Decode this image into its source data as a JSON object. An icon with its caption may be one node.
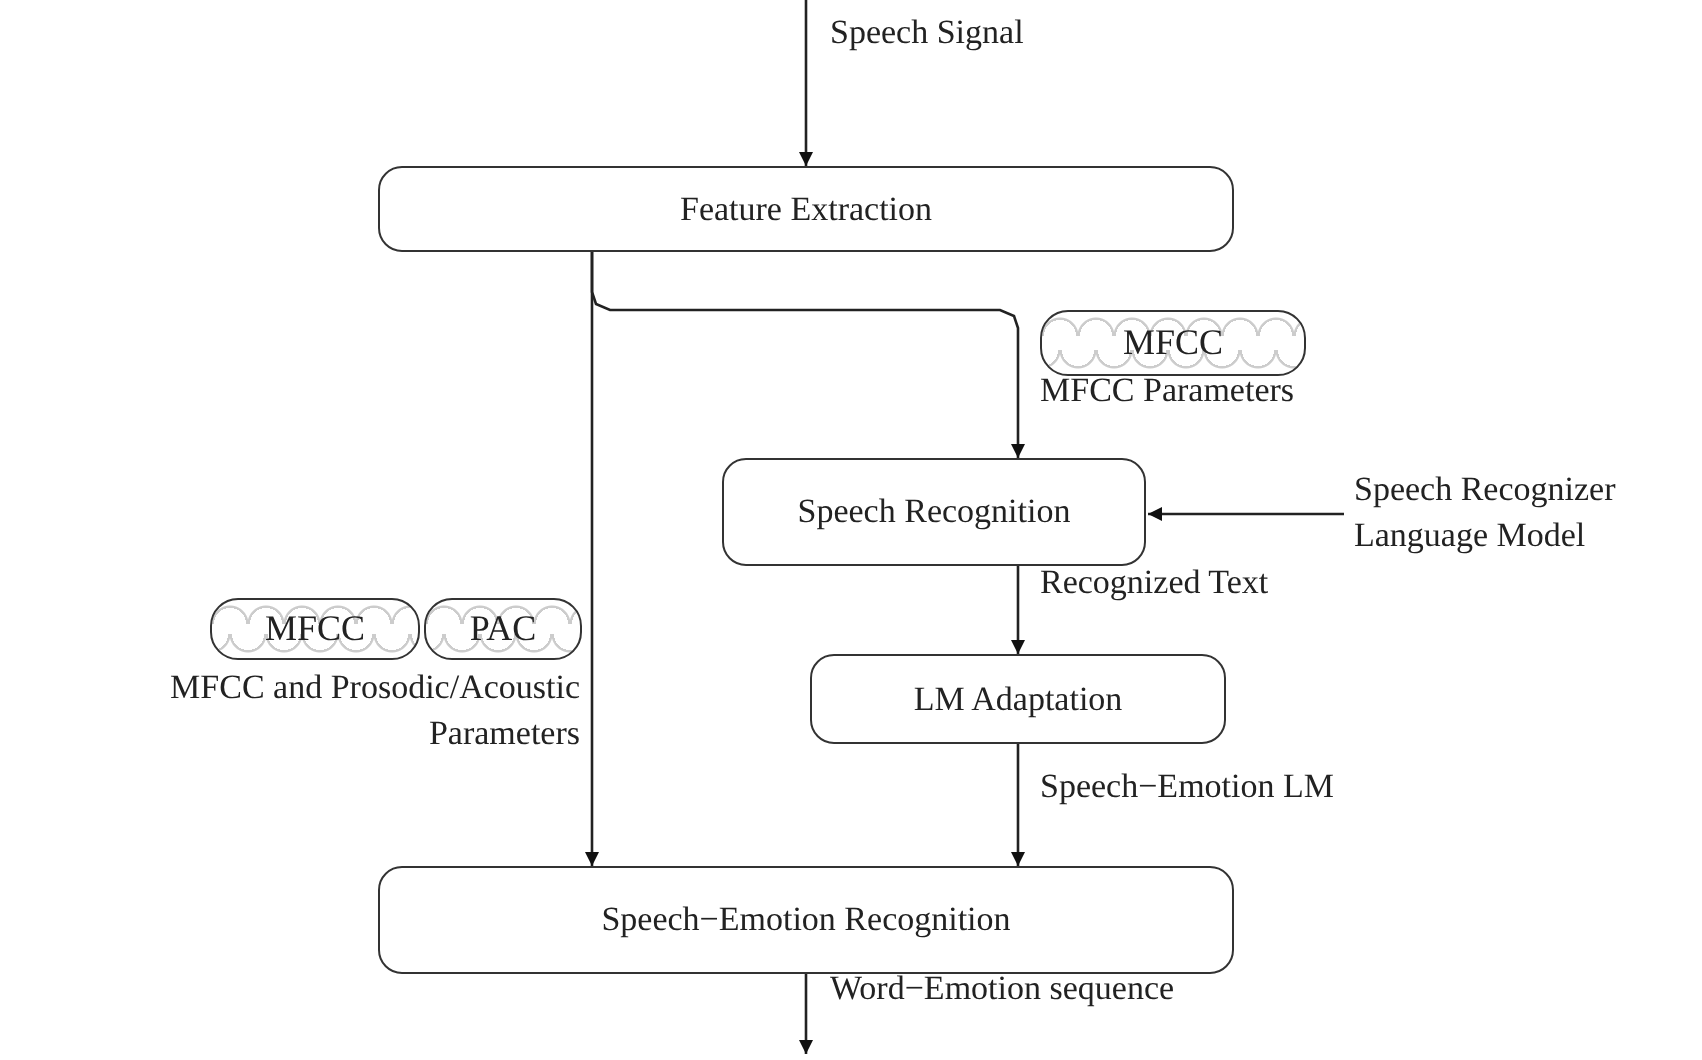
{
  "diagram": {
    "nodes": [
      {
        "text": [
          "Feature Extraction"
        ]
      },
      {
        "text": [
          "MFCC"
        ]
      },
      {
        "text": [
          "Speech Recognition"
        ]
      },
      {
        "text": [
          "Speech Recognizer Language Model"
        ]
      },
      {
        "text": [
          "MFCC"
        ]
      },
      {
        "text": [
          "PAC"
        ]
      },
      {
        "text": [
          "LM Adaptation"
        ]
      },
      {
        "text": [
          "Speech−Emotion Recognition"
        ]
      }
    ],
    "edges": [
      {
        "from": null,
        "to": 0,
        "arrow": "to",
        "label": "Speech Signal"
      },
      {
        "from": 0,
        "to": 2,
        "arrow": "to",
        "label": "MFCC Parameters"
      },
      {
        "from": 0,
        "to": 7,
        "arrow": "to",
        "label": "MFCC and Prosodic/Acoustic Parameters"
      },
      {
        "from": 3,
        "to": 2,
        "arrow": "to"
      },
      {
        "from": 2,
        "to": 6,
        "arrow": "to",
        "label": "Recognized Text"
      },
      {
        "from": 6,
        "to": 7,
        "arrow": "to",
        "label": "Speech−Emotion LM"
      },
      {
        "from": 7,
        "to": null,
        "arrow": "to",
        "label": "Word−Emotion sequence"
      }
    ]
  }
}
